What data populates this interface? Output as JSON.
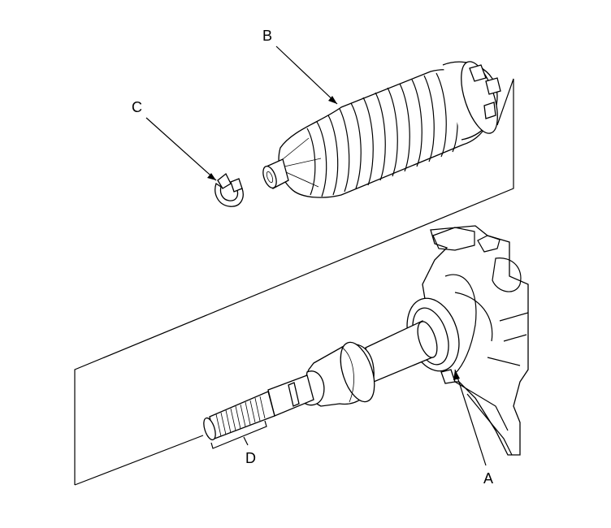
{
  "diagram": {
    "callouts": {
      "a": "A",
      "b": "B",
      "c": "C",
      "d": "D"
    },
    "parts": [
      "boot",
      "boot-clamp",
      "rack-end",
      "tie-rod-threads",
      "steering-gearbox",
      "stop-washer"
    ]
  }
}
